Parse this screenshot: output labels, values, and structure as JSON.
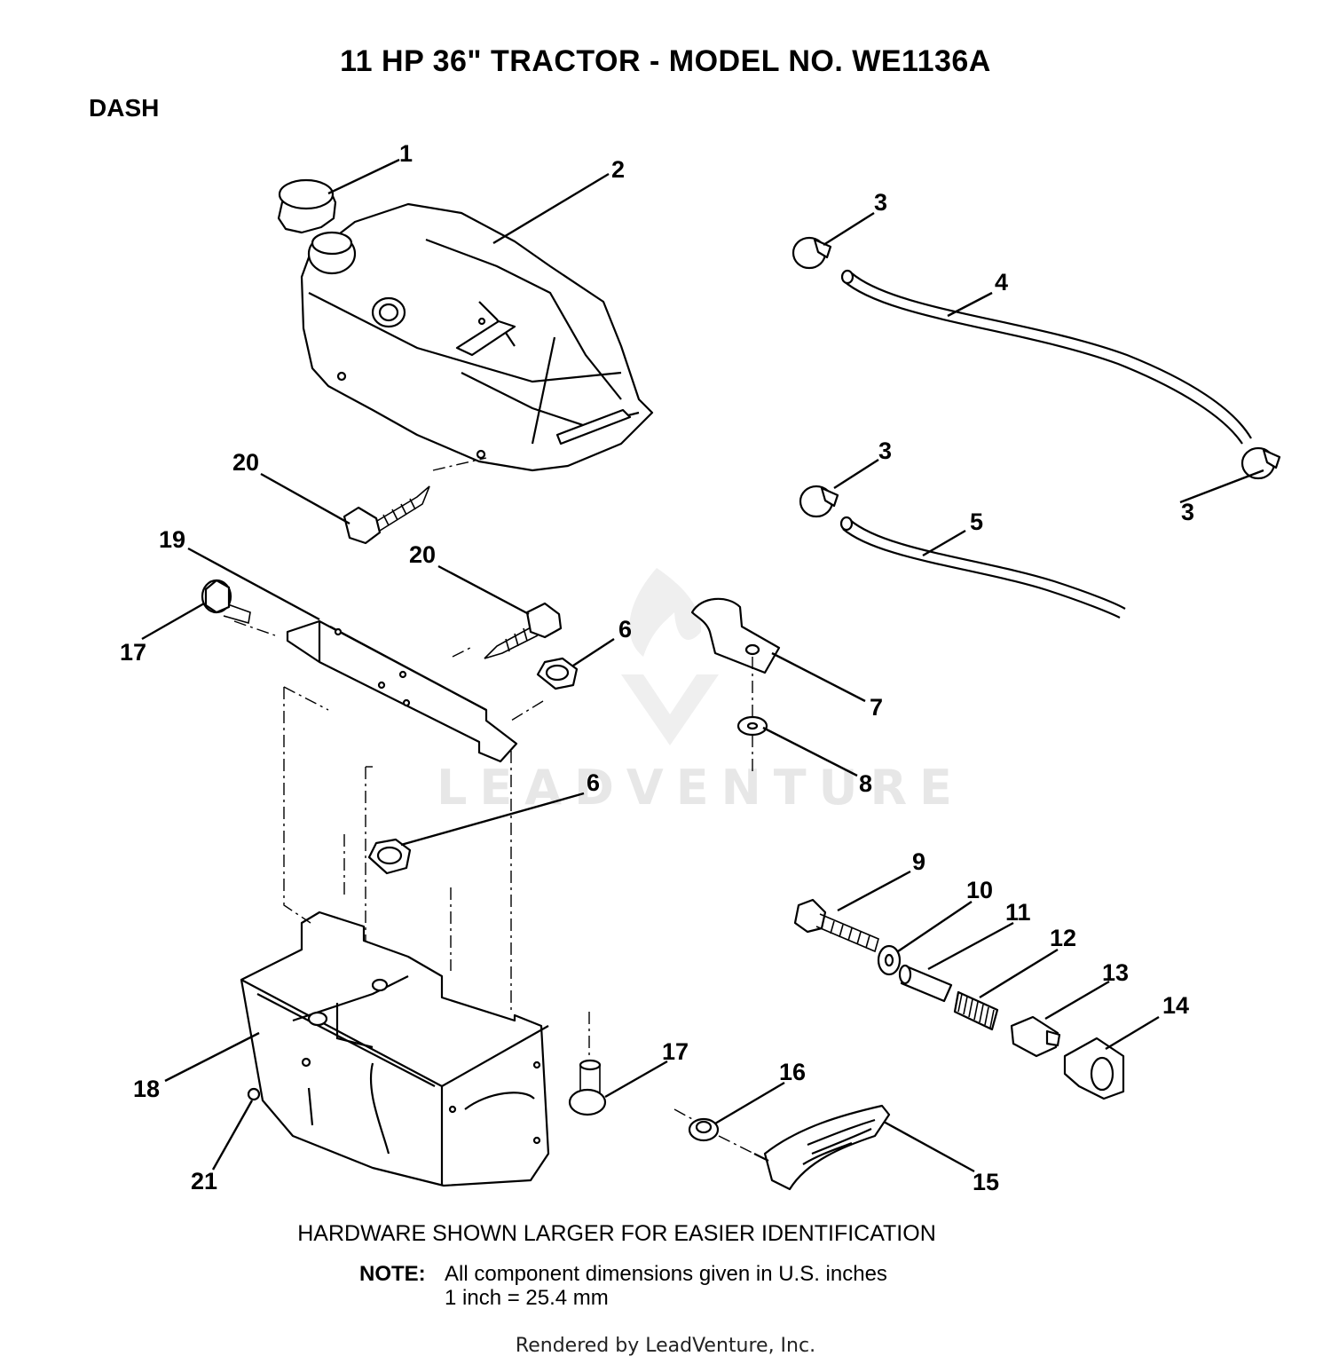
{
  "title": "11 HP 36\" TRACTOR - MODEL NO. WE1136A",
  "section": "DASH",
  "callouts": {
    "c1": "1",
    "c2": "2",
    "c3a": "3",
    "c3b": "3",
    "c3c": "3",
    "c4": "4",
    "c5": "5",
    "c6a": "6",
    "c6b": "6",
    "c7": "7",
    "c8": "8",
    "c9": "9",
    "c10": "10",
    "c11": "11",
    "c12": "12",
    "c13": "13",
    "c14": "14",
    "c15": "15",
    "c16": "16",
    "c17a": "17",
    "c17b": "17",
    "c18": "18",
    "c19": "19",
    "c20a": "20",
    "c20b": "20",
    "c21": "21"
  },
  "watermark": "LEADVENTURE",
  "hardware_note": "HARDWARE SHOWN LARGER FOR EASIER IDENTIFICATION",
  "note": {
    "label": "NOTE:",
    "line1": "All component dimensions given in U.S. inches",
    "line2": "1 inch = 25.4 mm"
  },
  "rendered_by": "Rendered by LeadVenture, Inc."
}
